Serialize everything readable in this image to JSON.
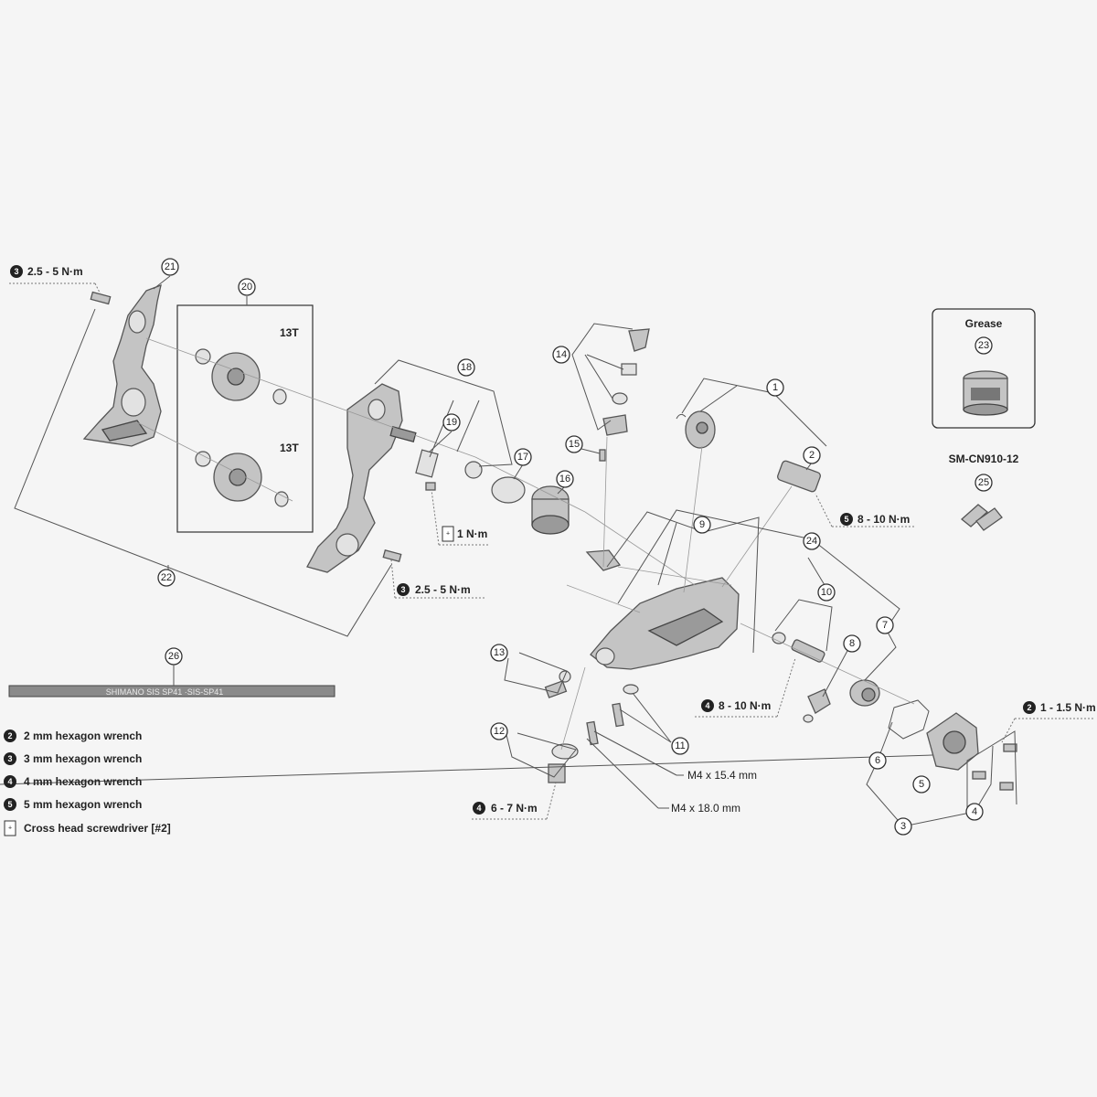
{
  "callouts": {
    "c1": "1",
    "c2": "2",
    "c3": "3",
    "c4": "4",
    "c5": "5",
    "c6": "6",
    "c7": "7",
    "c8": "8",
    "c9": "9",
    "c10": "10",
    "c11": "11",
    "c12": "12",
    "c13": "13",
    "c14": "14",
    "c15": "15",
    "c16": "16",
    "c17": "17",
    "c18": "18",
    "c19": "19",
    "c20": "20",
    "c21": "21",
    "c22": "22",
    "c23": "23",
    "c24": "24",
    "c25": "25",
    "c26": "26"
  },
  "torque": {
    "t_plate_top": {
      "tool": "3",
      "value": "2.5 - 5 N·m"
    },
    "t_plate_bottom": {
      "tool": "3",
      "value": "2.5 - 5 N·m"
    },
    "t_screw_19": {
      "value": "1 N·m"
    },
    "t_b_tension": {
      "tool": "5",
      "value": "8 - 10 N·m"
    },
    "t_cable": {
      "tool": "4",
      "value": "8 - 10 N·m"
    },
    "t_mount": {
      "tool": "4",
      "value": "6 - 7 N·m"
    },
    "t_clutch": {
      "tool": "2",
      "value": "1 - 1.5 N·m"
    }
  },
  "pulley_labels": {
    "top": "13T",
    "bottom": "13T"
  },
  "bolt_specs": {
    "a": "M4 x 15.4 mm",
    "b": "M4 x 18.0 mm"
  },
  "grease": {
    "title": "Grease"
  },
  "chain": {
    "label": "SM-CN910-12"
  },
  "cable_text": "SHIMANO SIS SP41 ·SIS-SP41",
  "legend": [
    {
      "badge": "2",
      "text": "2 mm hexagon wrench"
    },
    {
      "badge": "3",
      "text": "3 mm hexagon wrench"
    },
    {
      "badge": "4",
      "text": "4 mm hexagon wrench"
    },
    {
      "badge": "5",
      "text": "5 mm hexagon wrench"
    },
    {
      "badge": "+",
      "text": "Cross head screwdriver [#2]"
    }
  ],
  "icons": {
    "hex_badge": "black-circle-hex-wrench-icon",
    "screwdriver_badge": "cross-screwdriver-icon"
  }
}
